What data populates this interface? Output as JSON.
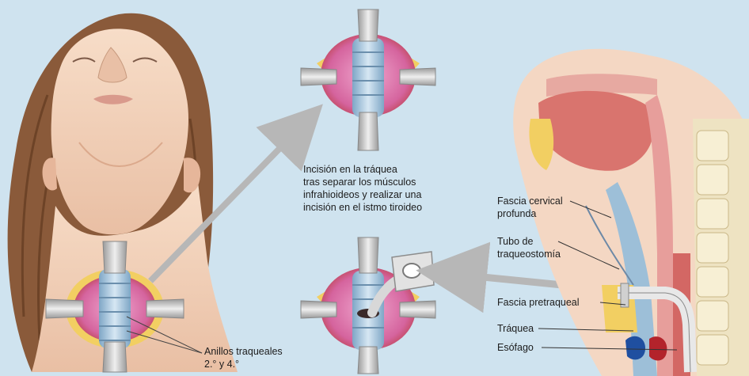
{
  "caption_middle": "Incisión en la tráquea\ntras separar los músculos\ninfrahioideos y realizar una\nincisión en el istmo tiroideo",
  "labels": {
    "anillos": "Anillos traqueales\n2.° y 4.°",
    "fascia_cervical": "Fascia cervical\nprofunda",
    "tubo": "Tubo de\ntraqueostomía",
    "fascia_pretraqueal": "Fascia pretraqueal",
    "traquea": "Tráquea",
    "esofago": "Esófago"
  },
  "colors": {
    "background": "#cfe3ef",
    "skin": "#f2d3bd",
    "hair": "#8a5a3a",
    "trachea": "#9dbfd8",
    "retractor": "#c8c8c8",
    "tissue_pink": "#e79ac7",
    "tissue_red": "#c2453f",
    "fat_yellow": "#f2cf62",
    "arrow": "#b7b7b7"
  }
}
